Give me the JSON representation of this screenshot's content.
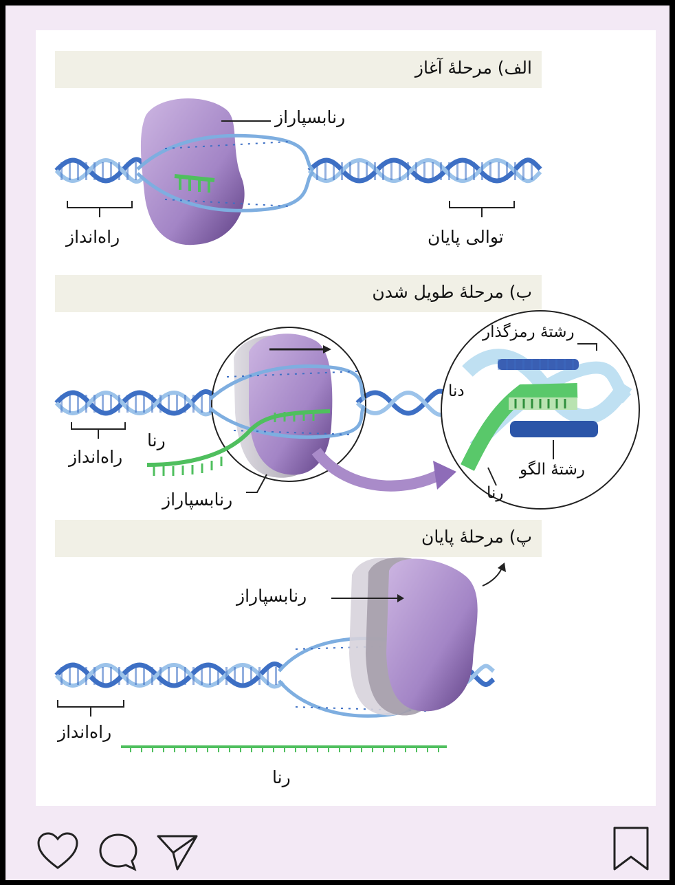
{
  "stages": {
    "initiation": {
      "title": "الف) مرحلهٔ آغاز",
      "labels": {
        "polymerase": "رنابسپاراز",
        "promoter": "راه‌انداز",
        "terminator": "توالی پایان"
      }
    },
    "elongation": {
      "title": "ب) مرحلهٔ طویل شدن",
      "labels": {
        "promoter": "راه‌انداز",
        "rna": "رنا",
        "polymerase": "رنابسپاراز",
        "coding_strand": "رشتهٔ رمزگذار",
        "dna": "دنا",
        "template_strand": "رشتهٔ الگو",
        "rna_zoom": "رنا"
      }
    },
    "termination": {
      "title": "پ) مرحلهٔ پایان",
      "labels": {
        "polymerase": "رنابسپاراز",
        "promoter": "راه‌انداز",
        "rna": "رنا"
      }
    }
  },
  "colors": {
    "dna_blue": "#3d6fc4",
    "dna_light": "#9cc3ea",
    "rna_green": "#59c86a",
    "polymerase": "#a98bc9",
    "polymerase_dark": "#4b2f6b",
    "header_bg": "#f1f0e6",
    "frame_bg": "#f3e9f5"
  },
  "actions": {
    "like": "heart-icon",
    "comment": "comment-icon",
    "share": "send-icon",
    "save": "bookmark-icon"
  }
}
